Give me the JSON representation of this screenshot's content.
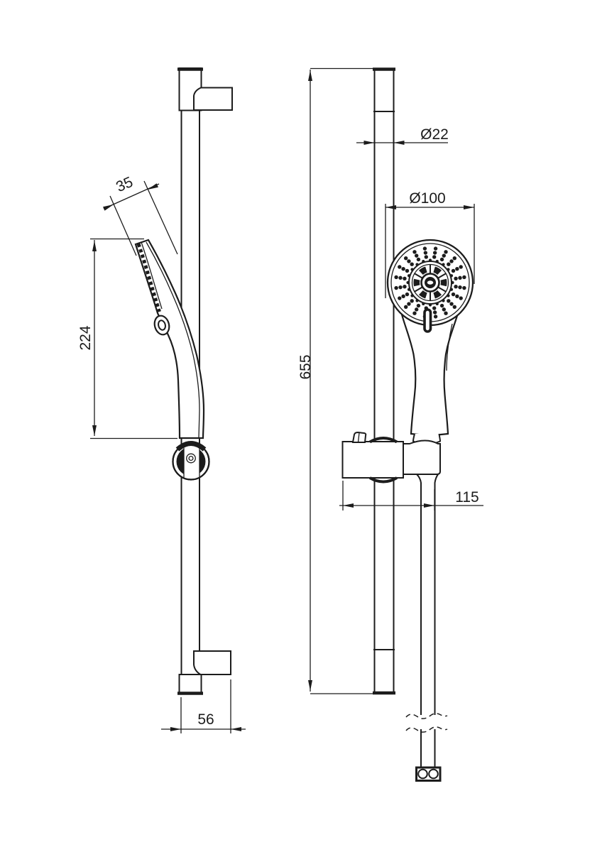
{
  "drawing": {
    "background_color": "#ffffff",
    "line_color": "#1c1c1c",
    "views": {
      "side_view": {
        "dimensions": {
          "head_face_width": "35",
          "head_drop_height": "224",
          "wall_offset": "56"
        }
      },
      "front_view": {
        "dimensions": {
          "rail_diameter": "Ø22",
          "head_diameter": "Ø100",
          "rail_length": "655",
          "holder_reach": "115"
        }
      }
    }
  }
}
